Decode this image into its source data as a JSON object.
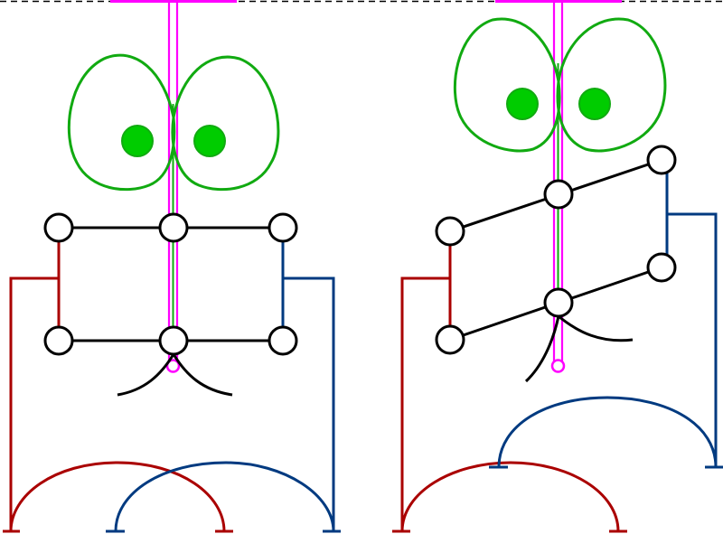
{
  "colors": {
    "background": "#ffffff",
    "outline": "#000000",
    "magenta": "#ff00ff",
    "green": "#11aa11",
    "green_fill": "#00cc00",
    "red": "#aa0000",
    "blue": "#003a80"
  },
  "panels": [
    {
      "id": "left",
      "arrangement": "aligned"
    },
    {
      "id": "right",
      "arrangement": "tilted"
    }
  ]
}
